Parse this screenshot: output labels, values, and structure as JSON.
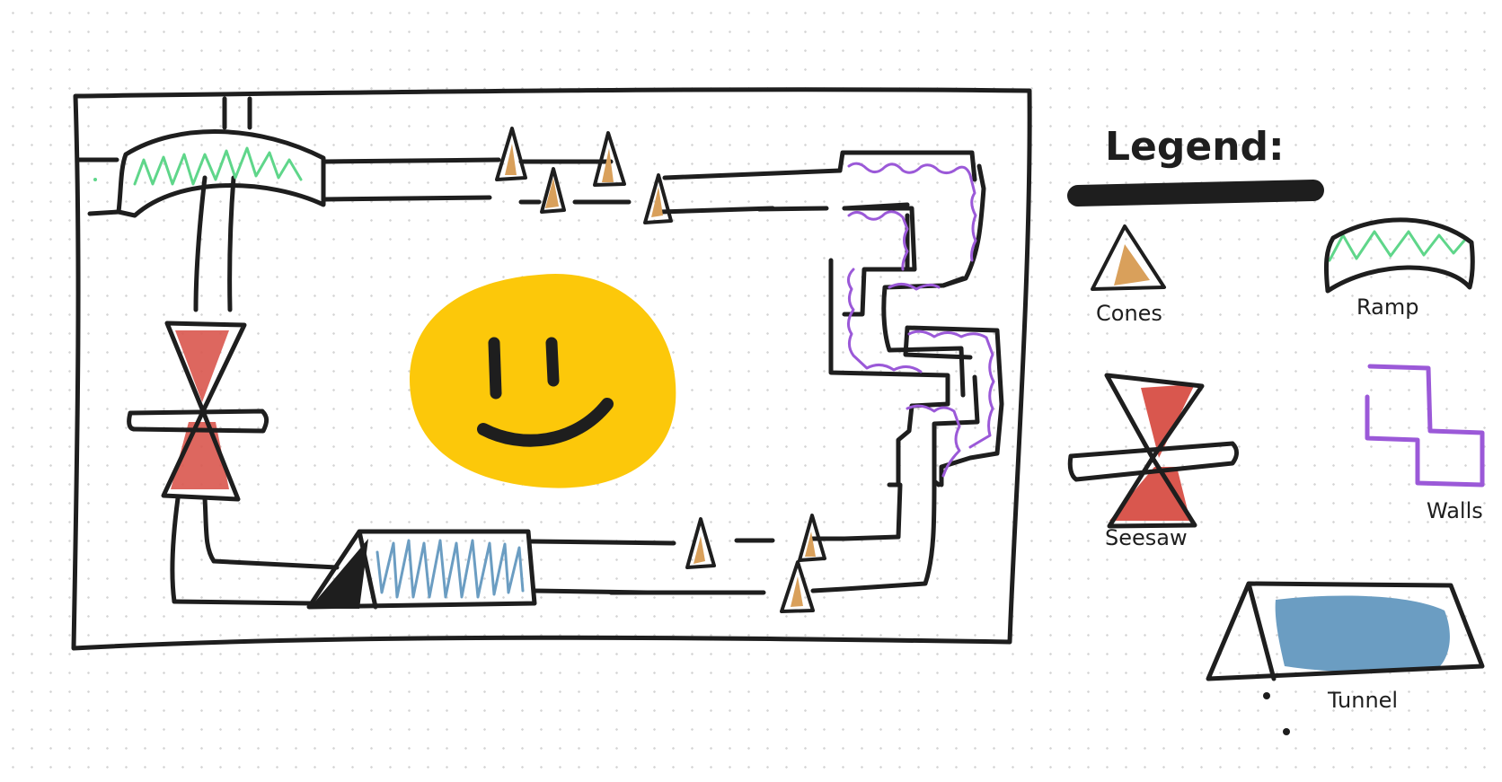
{
  "legend": {
    "title": "Legend:",
    "items": {
      "cones": "Cones",
      "ramp": "Ramp",
      "seesaw": "Seesaw",
      "walls": "Walls",
      "tunnel": "Tunnel"
    }
  },
  "colors": {
    "ink": "#1e1e1e",
    "cone_fill": "#d9a05b",
    "ramp_fill": "#5fd68a",
    "seesaw_fill": "#d9574e",
    "walls": "#9b59d8",
    "tunnel_fill": "#6b9dc2",
    "smiley": "#fcc80a"
  }
}
